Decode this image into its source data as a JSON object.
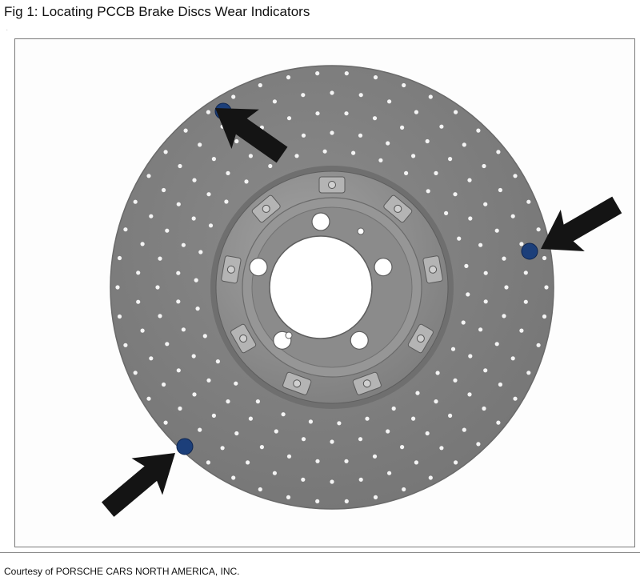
{
  "figure": {
    "title": "Fig 1: Locating PCCB Brake Discs Wear Indicators",
    "small_mark": "."
  },
  "illustration": {
    "subject": "PCCB brake disc",
    "disc_color": "#7f7f7f",
    "hub_color": "#8e8e8e",
    "indicator_color": "#1c3f7a",
    "arrow_color": "#141414",
    "wear_indicator_count": 3,
    "icon": "brake-disc-icon"
  },
  "footer": {
    "credit": "Courtesy of PORSCHE CARS NORTH AMERICA, INC."
  }
}
